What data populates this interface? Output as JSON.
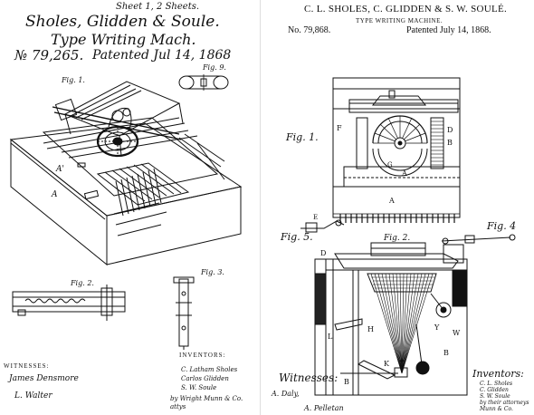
{
  "left_sheet": {
    "sheet_label": "Sheet 1, 2 Sheets.",
    "inventors_title": "Sholes, Glidden & Soule.",
    "invention_title": "Type Writing Mach.",
    "patent_number": "№ 79,265.",
    "patented": "Patented Jul 14, 1868",
    "figures": {
      "fig1": "Fig. 1.",
      "fig2": "Fig. 2.",
      "fig3": "Fig. 3.",
      "fig9": "Fig. 9."
    },
    "refs": {
      "ref_A": "A",
      "ref_A2": "A'"
    },
    "witnesses_label": "WITNESSES:",
    "witness_1": "James Densmore",
    "witness_2": "L. Walter",
    "inventors_label": "INVENTORS:",
    "inventor_1": "C. Latham Sholes",
    "inventor_2": "Carlos Glidden",
    "inventor_3": "S. W. Soule",
    "attorney": "by Wright Munn & Co. attys"
  },
  "right_sheet": {
    "inventors_header": "C. L. SHOLES, C. GLIDDEN & S. W. SOULÉ.",
    "title": "TYPE WRITING MACHINE.",
    "patent_number": "No. 79,868.",
    "patented": "Patented July 14, 1868.",
    "figures": {
      "fig1": "Fig. 1.",
      "fig2": "Fig. 2.",
      "fig4": "Fig. 4",
      "fig5": "Fig. 5."
    },
    "witnesses_label": "Witnesses:",
    "witness_1": "A. Daly,",
    "witness_2": "A. Pelletan",
    "inventors_label": "Inventors:",
    "inventor_lines": [
      "C. L. Sholes",
      "C. Glidden",
      "S. W. Soule",
      "by their attorneys",
      "Munn & Co."
    ]
  }
}
